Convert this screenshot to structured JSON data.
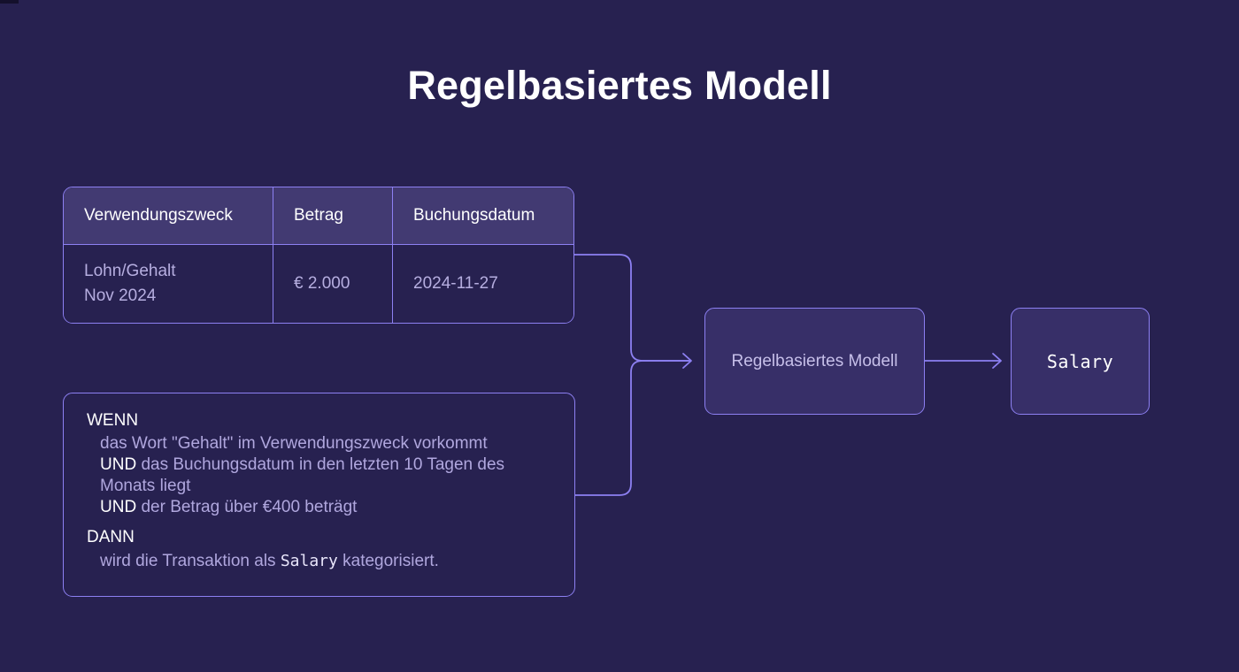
{
  "page": {
    "title": "Regelbasiertes Modell",
    "background_color": "#272150",
    "accent_border_color": "#8d80f2",
    "header_fill_color": "#423a72",
    "node_fill_color": "#372f68",
    "muted_text_color": "#b0a7de"
  },
  "table": {
    "headers": [
      "Verwendungszweck",
      "Betrag",
      "Buchungsdatum"
    ],
    "rows": [
      {
        "verwendungszweck_line1": "Lohn/Gehalt",
        "verwendungszweck_line2": "Nov 2024",
        "betrag": "€ 2.000",
        "buchungsdatum": "2024-11-27"
      }
    ]
  },
  "rule": {
    "if_keyword": "WENN",
    "conditions": [
      {
        "connector": "",
        "text": "das Wort \"Gehalt\" im Verwendungszweck vorkommt"
      },
      {
        "connector": "UND",
        "text": "das Buchungsdatum in den letzten 10 Tagen des Monats liegt"
      },
      {
        "connector": "UND",
        "text": "der Betrag über €400 beträgt"
      }
    ],
    "then_keyword": "DANN",
    "then_prefix": "wird die Transaktion als",
    "then_code": "Salary",
    "then_suffix": "kategorisiert."
  },
  "flow": {
    "model_node_label": "Regelbasiertes Modell",
    "output_node_label": "Salary",
    "arrow_icon": "arrow-right-icon"
  }
}
